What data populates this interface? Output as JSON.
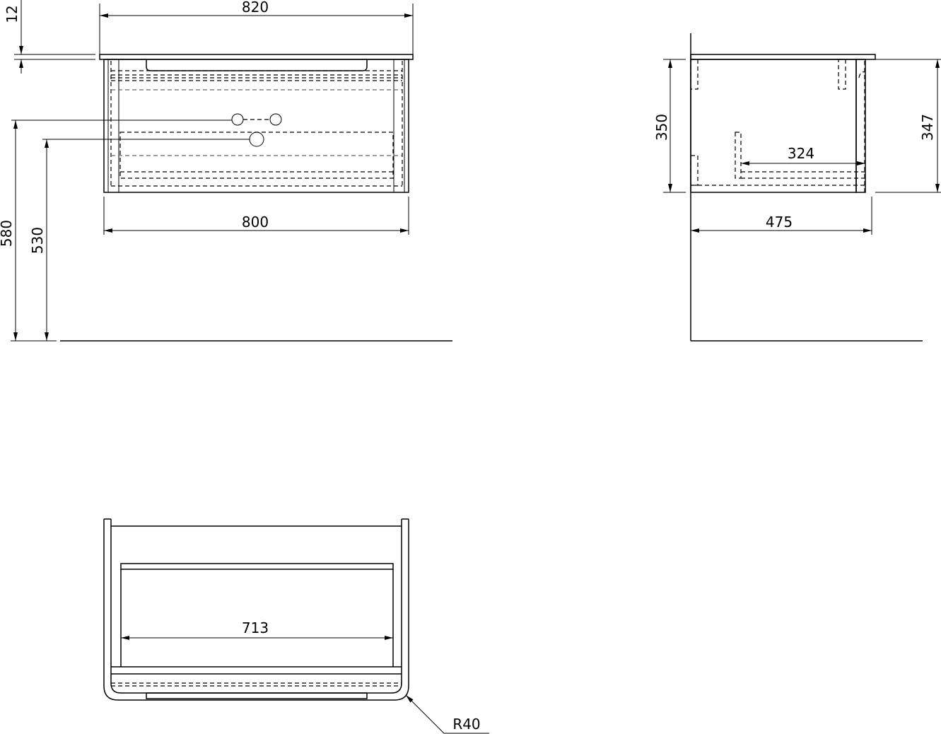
{
  "front_view": {
    "dims": {
      "overall_width": "820",
      "body_width": "800",
      "top_thickness": "12",
      "height_total": "580",
      "height_outlet": "530"
    }
  },
  "side_view": {
    "dims": {
      "height": "350",
      "door_height": "347",
      "depth": "475",
      "inner_depth": "324"
    }
  },
  "plan_view": {
    "dims": {
      "drawer_width": "713",
      "radius": "R40"
    }
  }
}
